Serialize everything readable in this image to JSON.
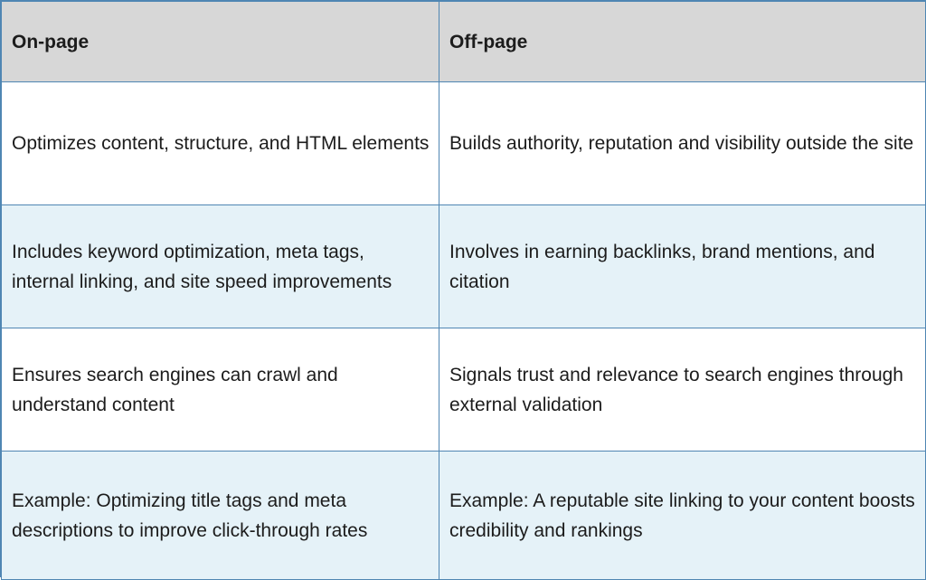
{
  "table": {
    "headers": [
      "On-page",
      "Off-page"
    ],
    "rows": [
      {
        "on_page": "Optimizes content, structure, and HTML elements",
        "off_page": "Builds authority, reputation and visibility outside the site"
      },
      {
        "on_page": "Includes keyword optimization, meta tags, internal linking, and site speed improvements",
        "off_page": "Involves in earning backlinks, brand mentions, and citation"
      },
      {
        "on_page": "Ensures search engines can crawl and understand content",
        "off_page": "Signals trust and relevance to search engines through external validation"
      },
      {
        "on_page": "Example: Optimizing title tags and meta descriptions to improve click-through rates",
        "off_page": "Example: A reputable site linking to your content boosts credibility and rankings"
      }
    ]
  },
  "colors": {
    "header_bg": "#d7d7d7",
    "border": "#4f86b3",
    "alt_row_bg": "#e5f2f8",
    "text": "#1c1c1c"
  }
}
